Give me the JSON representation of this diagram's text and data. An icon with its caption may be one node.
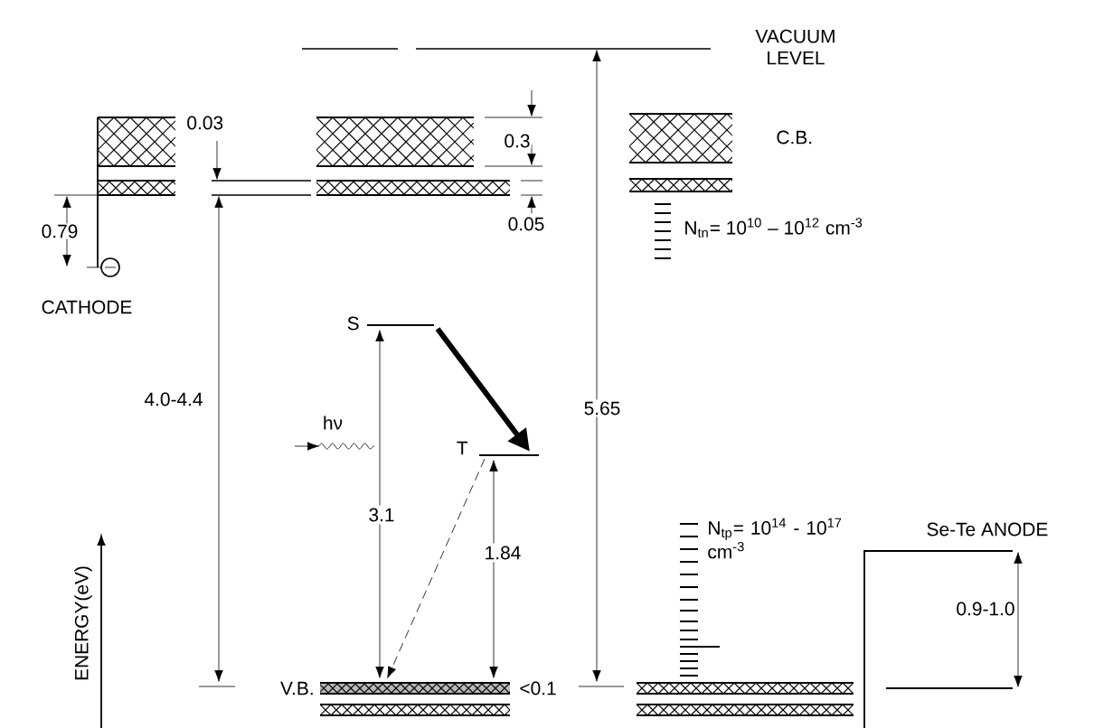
{
  "diagram": {
    "nodes": [
      {
        "text": [
          "S"
        ]
      },
      {
        "text": [
          "T"
        ]
      },
      {
        "text": [
          "V.B."
        ],
        "beside": [
          "<0.1"
        ]
      }
    ],
    "edges": [
      {
        "from": 0,
        "to": 1,
        "arrow": "to",
        "style": "thick"
      },
      {
        "from": 0,
        "to": 2,
        "arrow": "both",
        "label": "3.1"
      },
      {
        "from": 1,
        "to": 2,
        "arrow": "both",
        "label": "1.84"
      },
      {
        "from": 1,
        "to": 2,
        "arrow": "to",
        "style": "dashed"
      }
    ],
    "labels": [
      "VACUUM LEVEL",
      "0.03",
      "0.3",
      "C.B.",
      "0.79",
      "0.05",
      "N$_{tn}$= 10$^{10}$ – 10$^{12}$ cm$^{-3}$",
      "CATHODE",
      "4.0-4.4",
      "hν",
      "5.65",
      "N$_{tp}$= 10$^{14}$ - 10$^{17}$ cm$^{-3}$",
      "Se-Te ANODE",
      "ENERGY(eV)",
      "0.9-1.0"
    ]
  }
}
